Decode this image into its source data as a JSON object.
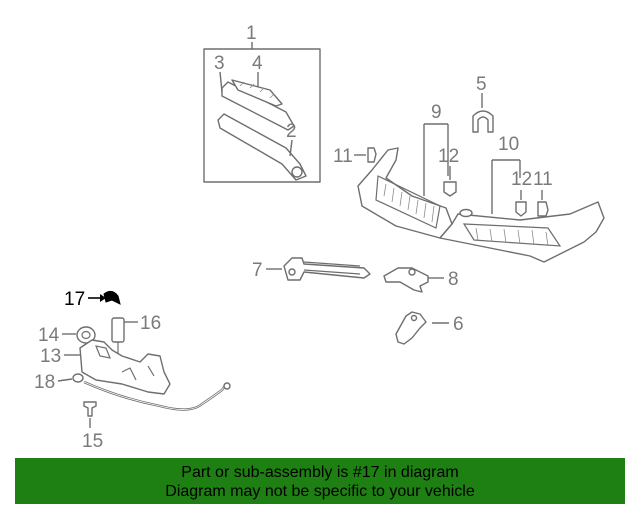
{
  "callouts": {
    "c1": "1",
    "c2": "2",
    "c3": "3",
    "c4": "4",
    "c5": "5",
    "c6": "6",
    "c7": "7",
    "c8": "8",
    "c9": "9",
    "c10": "10",
    "c11a": "11",
    "c11b": "11",
    "c12a": "12",
    "c12b": "12",
    "c13": "13",
    "c14": "14",
    "c15": "15",
    "c16": "16",
    "c17": "17",
    "c18": "18"
  },
  "footer": {
    "line1": "Part or sub-assembly is #17 in diagram",
    "line2": "Diagram may not be specific to your vehicle"
  },
  "colors": {
    "banner": "#1e7f12",
    "highlight": "#000000",
    "line_art": "#6e6e6e"
  }
}
